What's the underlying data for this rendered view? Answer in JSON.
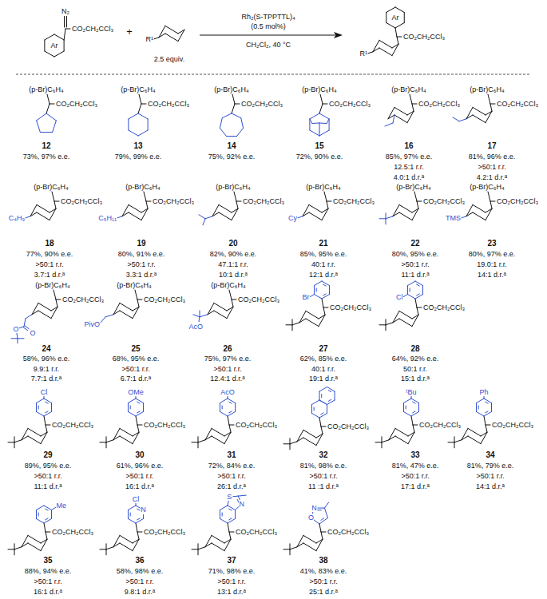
{
  "diagram": {
    "labels": [
      "N₂",
      "Ar",
      "CO₂CH₂CCl₃",
      "+",
      "R¹",
      "2.5 equiv.",
      "Rh₂(S-TPPTTL)₄",
      "(0.5 mol%)",
      "CH₂Cl₂, 40 °C",
      "Ar",
      "CO₂CH₂CCl₃",
      "R¹",
      "(p-Br)C₆H₄",
      "CO₂CH₂CCl₃",
      "12",
      "73%, 97% e.e.",
      "(p-Br)C₆H₄",
      "CO₂CH₂CCl₃",
      "13",
      "79%, 99% e.e.",
      "(p-Br)C₆H₄",
      "CO₂CH₂CCl₃",
      "14",
      "75%, 92% e.e.",
      "(p-Br)C₆H₄",
      "CO₂CH₂CCl₃",
      "15",
      "72%, 90% e.e.",
      "(p-Br)C₆H₄",
      "CO₂CH₂CCl₃",
      "16",
      "85%, 97% e.e.",
      "12.5:1 r.r.",
      "4.0:1 d.r.ᵃ",
      "(p-Br)C₆H₄",
      "CO₂CH₂CCl₃",
      "17",
      "81%, 96% e.e.",
      ">50:1 r.r.",
      "4.2:1 d.r.ᵃ",
      "(p-Br)C₆H₄",
      "CO₂CH₂CCl₃",
      "C₄H₉",
      "18",
      "77%, 90% e.e.",
      ">50:1 r.r.",
      "3.7:1 d.r.ᵃ",
      "(p-Br)C₆H₄",
      "CO₂CH₂CCl₃",
      "C₅H₁₁",
      "19",
      "80%, 91% e.e.",
      ">50:1 r.r.",
      "3.3:1 d.r.ᵃ",
      "(p-Br)C₆H₄",
      "CO₂CH₂CCl₃",
      "20",
      "82%, 90% e.e.",
      "47.1:1 r.r.",
      "10:1 d.r.ᵃ",
      "(p-Br)C₆H₄",
      "CO₂CH₂CCl₃",
      "Cy",
      "21",
      "85%, 95% e.e.",
      "40:1 r.r.",
      "12:1 d.r.ᵃ",
      "(p-Br)C₆H₄",
      "CO₂CH₂CCl₃",
      "22",
      "80%, 95% e.e.",
      ">50:1 r.r.",
      "11:1 d.r.ᵃ",
      "(p-Br)C₆H₄",
      "CO₂CH₂CCl₃",
      "TMS",
      "23",
      "80%, 97% e.e.",
      "19.0:1 r.r.",
      "14:1 d.r.ᵃ",
      "(p-Br)C₆H₄",
      "CO₂CH₂CCl₃",
      "O",
      "O",
      "24",
      "58%, 96% e.e.",
      "9.9:1 r.r.",
      "7.7:1 d.r.ᵃ",
      "(p-Br)C₆H₄",
      "CO₂CH₂CCl₃",
      "PivO",
      "25",
      "68%, 95% e.e.",
      ">50:1 r.r.",
      "6.7:1 d.r.ᵃ",
      "(p-Br)C₆H₄",
      "CO₂CH₂CCl₃",
      "AcO",
      "26",
      "75%, 97% e.e.",
      ">50:1 r.r.",
      "12.4:1 d.r.ᵃ",
      "Br",
      "CO₂CH₂CCl₃",
      "27",
      "62%, 85% e.e.",
      "40:1 r.r.",
      "19:1 d.r.ᵃ",
      "Cl",
      "CO₂CH₂CCl₃",
      "28",
      "64%, 92% e.e.",
      "50:1 r.r.",
      "15:1 d.r.ᵃ",
      "Cl",
      "CO₂CH₂CCl₃",
      "29",
      "89%, 95% e.e.",
      ">50:1 r.r.",
      "11:1 d.r.ᵃ",
      "OMe",
      "CO₂CH₂CCl₃",
      "30",
      "61%, 96% e.e.",
      ">50:1 r.r.",
      "16:1 d.r.ᵃ",
      "AcO",
      "CO₂CH₂CCl₃",
      "31",
      "72%, 84% e.e.",
      ">50:1 r.r.",
      "26:1 d.r.ᵃ",
      "CO₂CH₂CCl₃",
      "32",
      "81%, 98% e.e.",
      ">50:1 r.r.",
      "11 :1 d.r.ᵃ",
      "ᵗBu",
      "CO₂CH₂CCl₃",
      "33",
      "81%, 47% e.e.",
      ">50:1 r.r.",
      "17:1 d.r.ᵃ",
      "Ph",
      "CO₂CH₂CCl₃",
      "34",
      "81%, 79% e.e.",
      ">50:1 r.r.",
      "14:1 d.r.ᵃ",
      "Me",
      "CO₂CH₂CCl₃",
      "35",
      "88%, 94% e.e.",
      ">50:1 r.r.",
      "16:1 d.r.ᵃ",
      "N",
      "Cl",
      "CO₂CH₂CCl₃",
      "36",
      "58%, 98% e.e.",
      ">50:1 r.r.",
      "9.8:1 d.r.ᵃ",
      "S",
      "N",
      "CO₂CH₂CCl₃",
      "37",
      "71%, 98% e.e.",
      ">50:1 r.r.",
      "13:1 d.r.ᵃ",
      "O",
      "N",
      "CO₂CH₂CCl₃",
      "38",
      "41%, 83% e.e.",
      ">50:1 r.r.",
      "25:1 d.r.ᵃ"
    ]
  }
}
